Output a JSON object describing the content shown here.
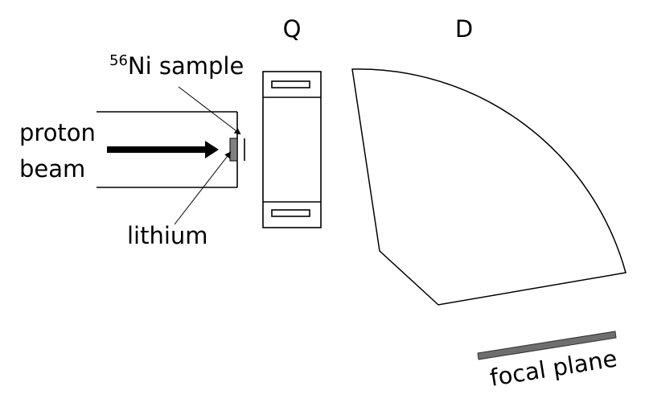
{
  "labels": {
    "proton_line1": "proton",
    "proton_line2": "beam",
    "sample_mass": "56",
    "sample_rest": "Ni sample",
    "lithium": "lithium",
    "quadrupole": "Q",
    "dipole": "D",
    "focal_plane": "focal plane"
  },
  "colors": {
    "line": "#000000",
    "target_fill": "#808080",
    "focal_plane_fill": "#6e6e6e",
    "background": "#ffffff"
  }
}
